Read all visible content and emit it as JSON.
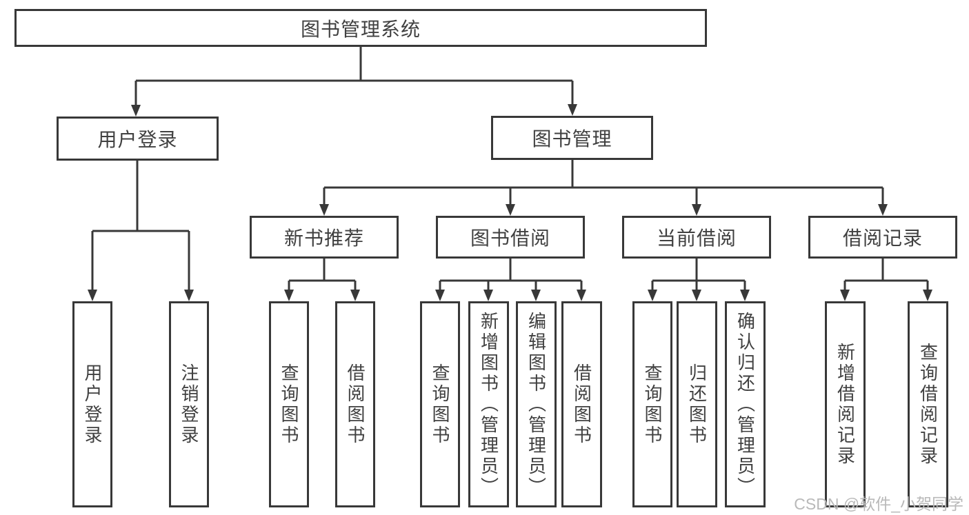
{
  "diagram": {
    "title": "图书管理系统",
    "nodes": {
      "root": "图书管理系统",
      "l2": [
        "用户登录",
        "图书管理"
      ],
      "l3": [
        "新书推荐",
        "图书借阅",
        "当前借阅",
        "借阅记录"
      ],
      "leaf": [
        "用户登录",
        "注销登录",
        "查询图书",
        "借阅图书",
        "查询图书",
        "新增图书（管理员）",
        "编辑图书（管理员）",
        "借阅图书",
        "查询图书",
        "归还图书",
        "确认归还（管理员）",
        "新增借阅记录",
        "查询借阅记录"
      ]
    },
    "hierarchy": {
      "图书管理系统": [
        "用户登录",
        "图书管理"
      ],
      "用户登录": [
        "用户登录",
        "注销登录"
      ],
      "图书管理": [
        "新书推荐",
        "图书借阅",
        "当前借阅",
        "借阅记录"
      ],
      "新书推荐": [
        "查询图书",
        "借阅图书"
      ],
      "图书借阅": [
        "查询图书",
        "新增图书（管理员）",
        "编辑图书（管理员）",
        "借阅图书"
      ],
      "当前借阅": [
        "查询图书",
        "归还图书",
        "确认归还（管理员）"
      ],
      "借阅记录": [
        "新增借阅记录",
        "查询借阅记录"
      ]
    }
  },
  "watermark": {
    "text": "CSDN @软件_小贺同学"
  },
  "colors": {
    "line": "#383838",
    "box_border": "#383838",
    "text": "#404040",
    "watermark": "#b9b9b9",
    "background": "#ffffff"
  }
}
